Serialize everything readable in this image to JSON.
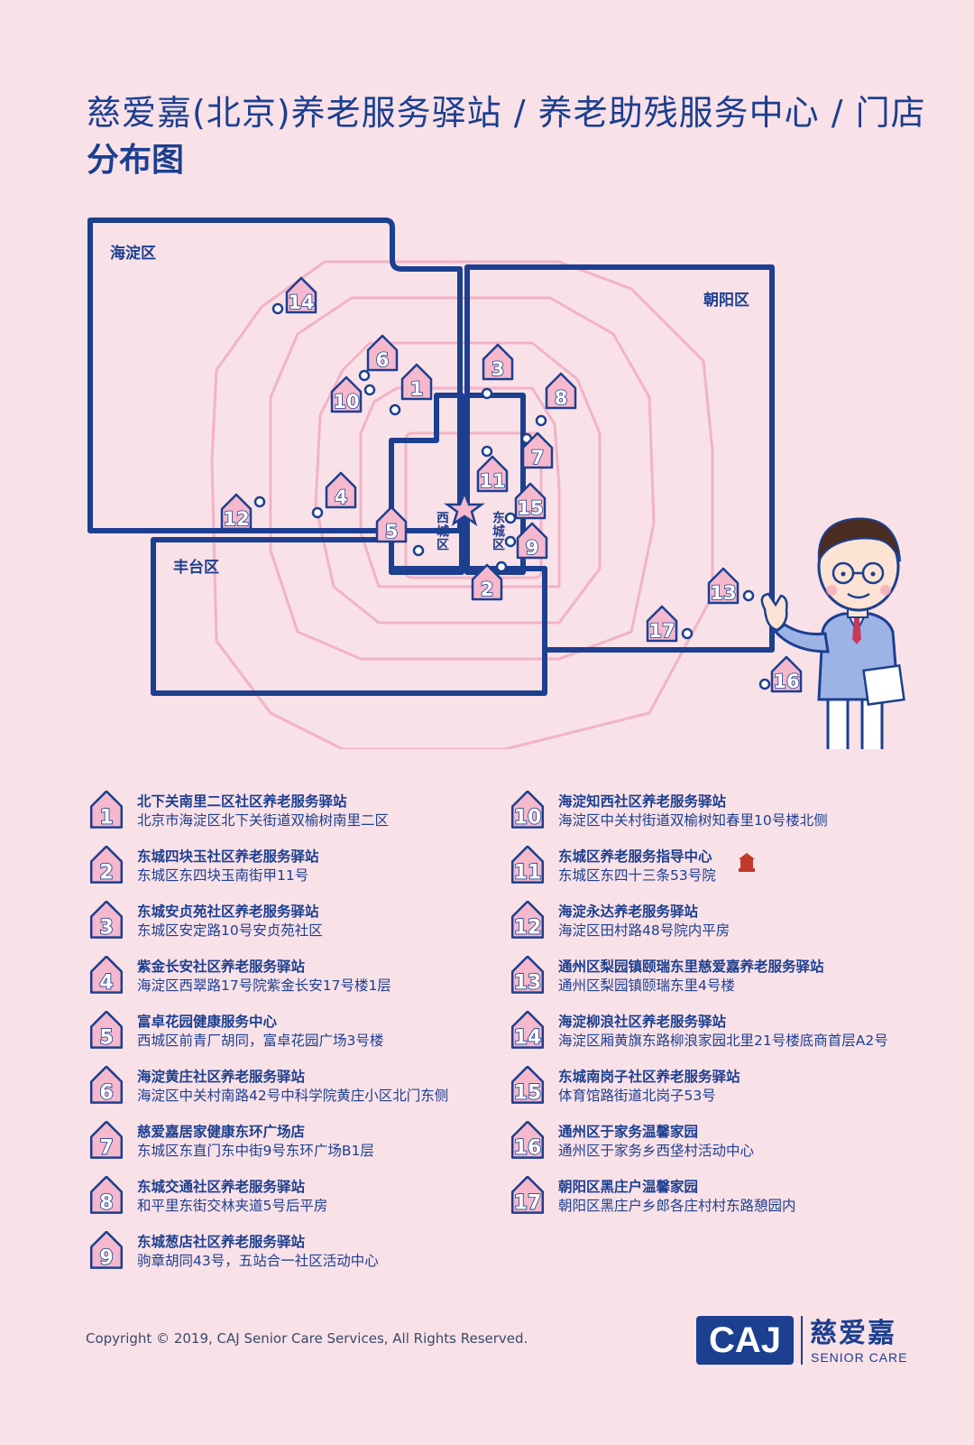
{
  "header": {
    "title": "慈爱嘉(北京)养老服务驿站 / 养老助残服务中心 / 门店",
    "subtitle": "分布图"
  },
  "map": {
    "districts": {
      "haidian": "海淀区",
      "chaoyang": "朝阳区",
      "fengtai": "丰台区",
      "xicheng": "西城区",
      "dongcheng": "东城区"
    },
    "markers": [
      "1",
      "2",
      "3",
      "4",
      "5",
      "6",
      "7",
      "8",
      "9",
      "10",
      "11",
      "12",
      "13",
      "14",
      "15",
      "16",
      "17"
    ]
  },
  "legend": [
    {
      "num": "1",
      "name": "北下关南里二区社区养老服务驿站",
      "addr": "北京市海淀区北下关街道双榆树南里二区"
    },
    {
      "num": "2",
      "name": "东城四块玉社区养老服务驿站",
      "addr": "东城区东四块玉南街甲11号"
    },
    {
      "num": "3",
      "name": "东城安贞苑社区养老服务驿站",
      "addr": "东城区安定路10号安贞苑社区"
    },
    {
      "num": "4",
      "name": "紫金长安社区养老服务驿站",
      "addr": "海淀区西翠路17号院紫金长安17号楼1层"
    },
    {
      "num": "5",
      "name": "富卓花园健康服务中心",
      "addr": "西城区前青厂胡同，富卓花园广场3号楼"
    },
    {
      "num": "6",
      "name": "海淀黄庄社区养老服务驿站",
      "addr": "海淀区中关村南路42号中科学院黄庄小区北门东侧"
    },
    {
      "num": "7",
      "name": "慈爱嘉居家健康东环广场店",
      "addr": "东城区东直门东中街9号东环广场B1层"
    },
    {
      "num": "8",
      "name": "东城交通社区养老服务驿站",
      "addr": "和平里东街交林夹道5号后平房"
    },
    {
      "num": "9",
      "name": "东城葱店社区养老服务驿站",
      "addr": "驹章胡同43号，五站合一社区活动中心"
    },
    {
      "num": "10",
      "name": "海淀知西社区养老服务驿站",
      "addr": "海淀区中关村街道双榆树知春里10号楼北侧"
    },
    {
      "num": "11",
      "name": "东城区养老服务指导中心",
      "addr": "东城区东四十三条53号院"
    },
    {
      "num": "12",
      "name": "海淀永达养老服务驿站",
      "addr": "海淀区田村路48号院内平房"
    },
    {
      "num": "13",
      "name": "通州区梨园镇颐瑞东里慈爱嘉养老服务驿站",
      "addr": "通州区梨园镇颐瑞东里4号楼"
    },
    {
      "num": "14",
      "name": "海淀柳浪社区养老服务驿站",
      "addr": "海淀区厢黄旗东路柳浪家园北里21号楼底商首层A2号"
    },
    {
      "num": "15",
      "name": "东城南岗子社区养老服务驿站",
      "addr": "体育馆路街道北岗子53号"
    },
    {
      "num": "16",
      "name": "通州区于家务温馨家园",
      "addr": "通州区于家务乡西垡村活动中心"
    },
    {
      "num": "17",
      "name": "朝阳区黑庄户温馨家园",
      "addr": "朝阳区黑庄户乡郎各庄村村东路憩园内"
    }
  ],
  "footer": {
    "copyright": "Copyright © 2019, CAJ Senior Care Services, All Rights Reserved.",
    "logo_abbr": "CAJ",
    "logo_cn": "慈爱嘉",
    "logo_en": "SENIOR CARE"
  },
  "colors": {
    "background": "#f9e1e8",
    "navy": "#1c3f8f",
    "pink_ring": "#f2b3c6",
    "marker_fill": "#f5b8cc"
  }
}
